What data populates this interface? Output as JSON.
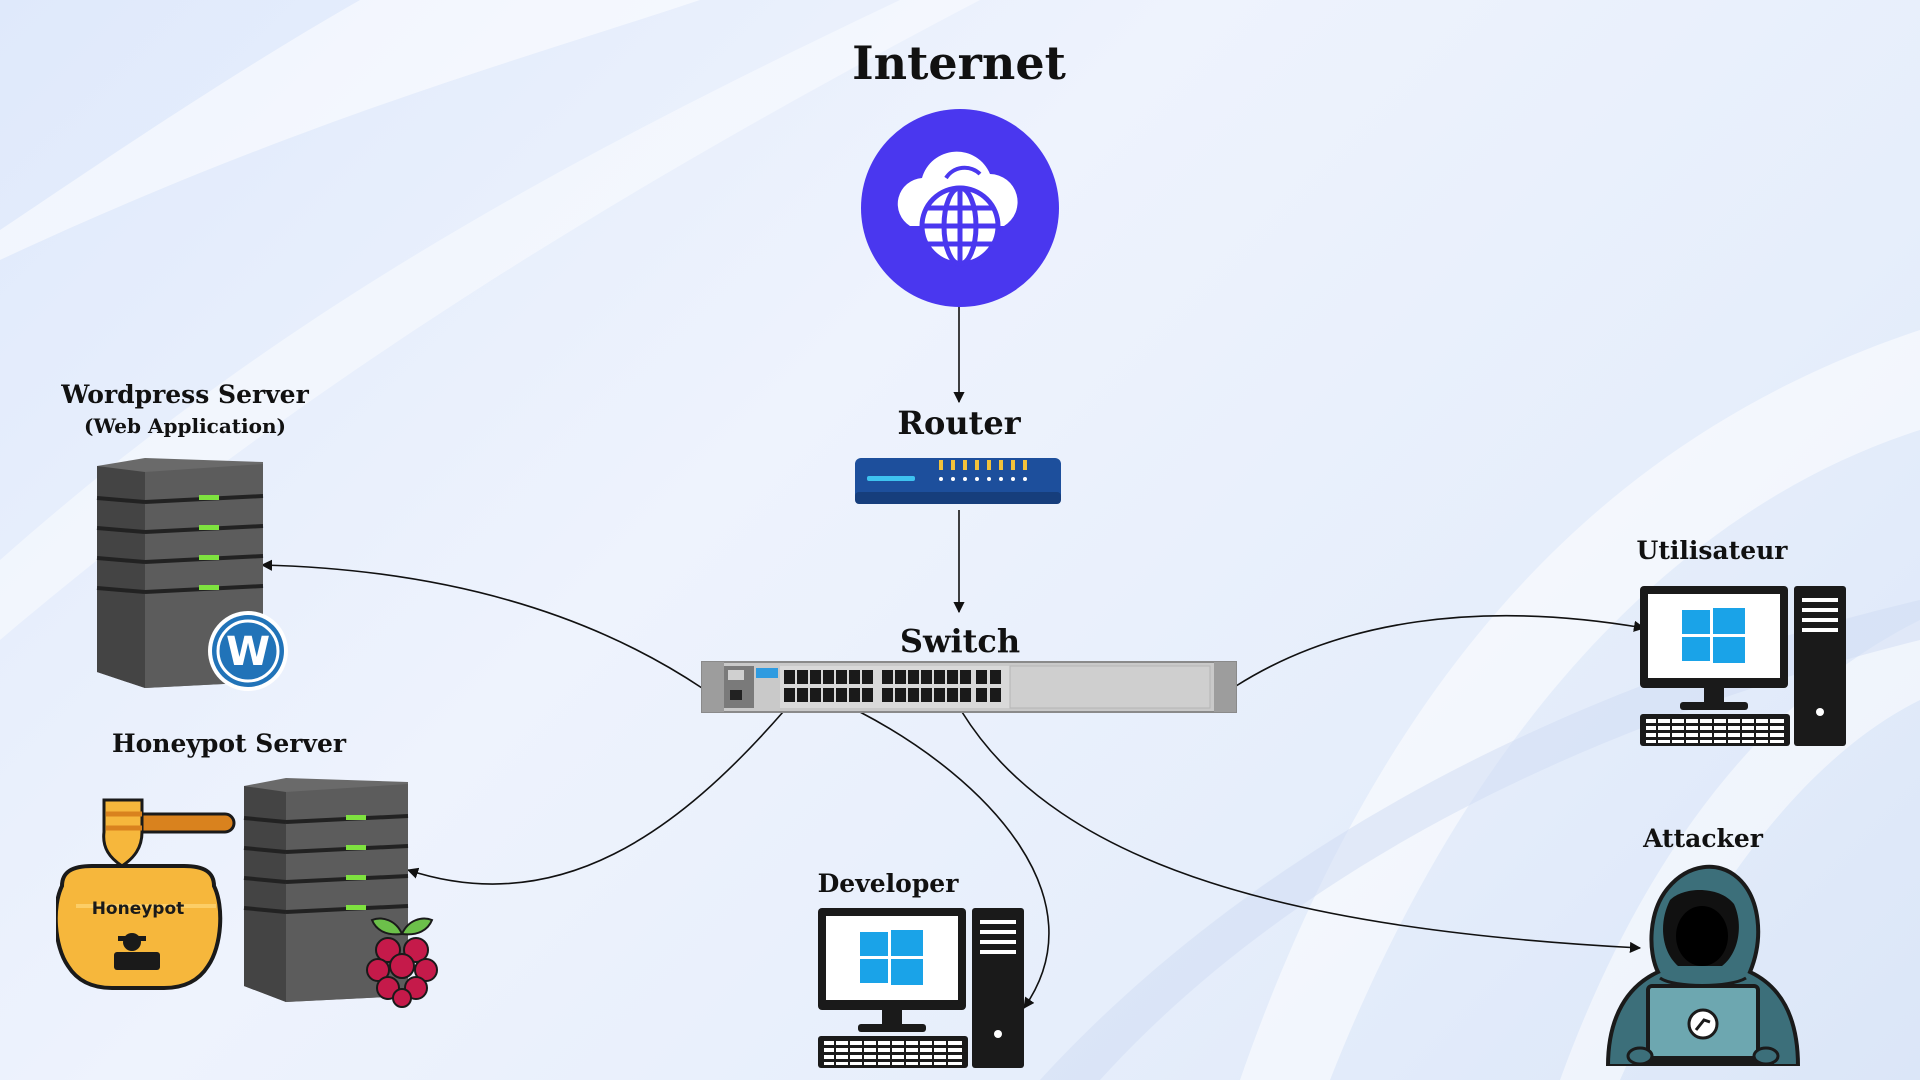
{
  "nodes": {
    "internet": {
      "label": "Internet"
    },
    "router": {
      "label": "Router"
    },
    "switch": {
      "label": "Switch"
    },
    "wordpress": {
      "label": "Wordpress Server",
      "sublabel": "(Web Application)"
    },
    "honeypot": {
      "label": "Honeypot Server",
      "jar_text": "Honeypot"
    },
    "developer": {
      "label": "Developer"
    },
    "utilisateur": {
      "label": "Utilisateur"
    },
    "attacker": {
      "label": "Attacker"
    }
  },
  "edges": [
    {
      "from": "internet",
      "to": "router"
    },
    {
      "from": "router",
      "to": "switch"
    },
    {
      "from": "switch",
      "to": "wordpress"
    },
    {
      "from": "switch",
      "to": "honeypot"
    },
    {
      "from": "switch",
      "to": "developer"
    },
    {
      "from": "switch",
      "to": "attacker"
    },
    {
      "from": "switch",
      "to": "utilisateur"
    }
  ],
  "colors": {
    "internet_circle": "#4a37ef",
    "router_body": "#1d4f9c",
    "server_body": "#5a5a5a",
    "server_led": "#7ee23f",
    "windows_blue": "#1aa3e8",
    "wordpress_blue": "#2173b8",
    "raspberry_red": "#c51a4a",
    "honey": "#f6b73c",
    "hoodie": "#3c6f7a"
  },
  "icons": [
    "cloud-globe-icon",
    "router-icon",
    "network-switch-icon",
    "server-icon",
    "wordpress-logo-icon",
    "raspberry-pi-logo-icon",
    "honeypot-jar-icon",
    "desktop-computer-icon",
    "windows-logo-icon",
    "hacker-icon"
  ]
}
